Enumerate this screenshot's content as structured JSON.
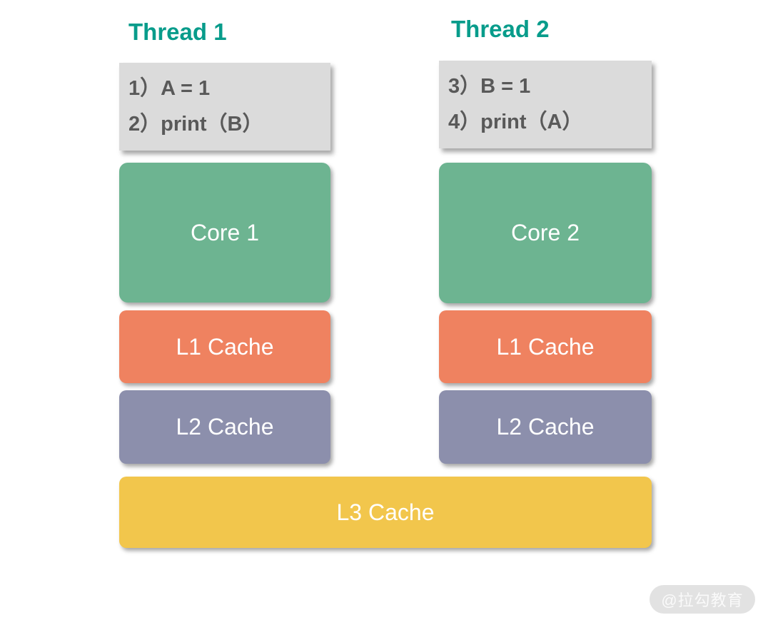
{
  "colors": {
    "thread_title": "#089c8b",
    "code_block_bg": "#dbdbdb",
    "code_text": "#595959",
    "core_box": "#6db491",
    "l1_box": "#ef8260",
    "l2_box": "#8c8fac",
    "l3_box": "#f2c64c",
    "box_text": "#ffffff",
    "watermark_bg": "#e2e2e2",
    "watermark_text": "#fafafa"
  },
  "columns": [
    {
      "thread_label": "Thread 1",
      "code_lines": [
        "1）A = 1",
        "2）print（B）"
      ],
      "core_label": "Core 1",
      "l1_label": "L1 Cache",
      "l2_label": "L2 Cache"
    },
    {
      "thread_label": "Thread 2",
      "code_lines": [
        "3）B = 1",
        "4）print（A）"
      ],
      "core_label": "Core 2",
      "l1_label": "L1 Cache",
      "l2_label": "L2 Cache"
    }
  ],
  "l3_label": "L3 Cache",
  "watermark": "@拉勾教育"
}
